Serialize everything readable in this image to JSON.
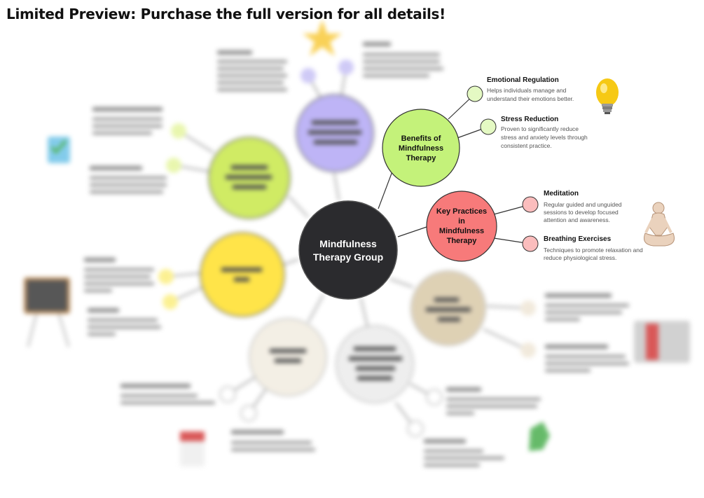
{
  "banner": "Limited Preview: Purchase the full version for all details!",
  "center": {
    "lines": [
      "Mindfulness",
      "Therapy Group"
    ],
    "color": "#2b2b2e"
  },
  "benefits": {
    "lines": [
      "Benefits of",
      "Mindfulness",
      "Therapy"
    ],
    "color": "#c4f27a",
    "leaves": [
      {
        "title": "Emotional Regulation",
        "desc": [
          "Helps individuals manage and",
          "understand their emotions better."
        ]
      },
      {
        "title": "Stress Reduction",
        "desc": [
          "Proven to significantly reduce",
          "stress and anxiety levels through",
          "consistent practice."
        ]
      }
    ]
  },
  "practices": {
    "lines": [
      "Key Practices",
      "in",
      "Mindfulness",
      "Therapy"
    ],
    "color": "#f77a7a",
    "leaves": [
      {
        "title": "Meditation",
        "desc": [
          "Regular guided and unguided",
          "sessions to develop focused",
          "attention and awareness."
        ]
      },
      {
        "title": "Breathing Exercises",
        "desc": [
          "Techniques to promote relaxation and",
          "reduce physiological stress."
        ]
      }
    ]
  },
  "blurred_nodes": [
    {
      "color": "#b3a8f5"
    },
    {
      "color": "#c8e84a"
    },
    {
      "color": "#ffe02a"
    },
    {
      "color": "#f2ede1"
    },
    {
      "color": "#ececec"
    },
    {
      "color": "#d9c9a8"
    }
  ],
  "icons": [
    "lightbulb-icon",
    "meditation-figure-icon",
    "star-icon",
    "checklist-icon",
    "chalkboard-icon",
    "calendar-icon",
    "people-icon",
    "recycle-icon"
  ]
}
